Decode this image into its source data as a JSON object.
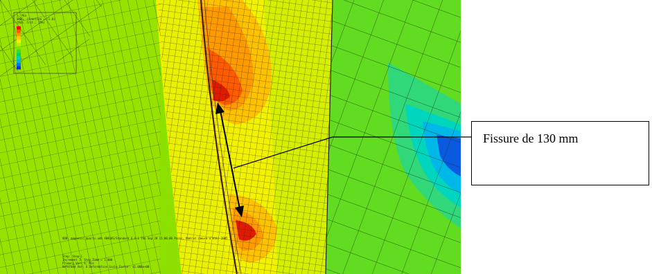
{
  "callout": {
    "label": "Fissure de 130 mm"
  },
  "legend": {
    "header_lines": [
      "S, Mis",
      "SNEG, (fraction = -1.0)",
      "(Ave. Crit.: 75%)"
    ],
    "colors": [
      "#ff0000",
      "#ff5a00",
      "#ff9600",
      "#ffc800",
      "#f0f000",
      "#b4f000",
      "#78e600",
      "#3cdc28",
      "#00d264",
      "#00d2b4",
      "#00b4e6",
      "#0078f0",
      "#0032dc"
    ]
  },
  "footer": {
    "lines": [
      "ODB: magnetic_quarts.odb   ABAQUS/Standard 6.4-1   Thu Sep 20 15:00:00 Paris, Madrid (heure d'été) 2005",
      "Step: Step-1",
      "Increment    1: Step Time =    1.000",
      "Primary Var: S, Mis",
      "Deformed Var: U   Deformation Scale Factor: +1.000e+00"
    ]
  },
  "colors": {
    "background_green": "#8ee000",
    "crack_red": "#e01a00",
    "orange": "#ff9a00",
    "yellow": "#f2f200",
    "cyan": "#00d2c8",
    "blue": "#0a5ae0"
  }
}
